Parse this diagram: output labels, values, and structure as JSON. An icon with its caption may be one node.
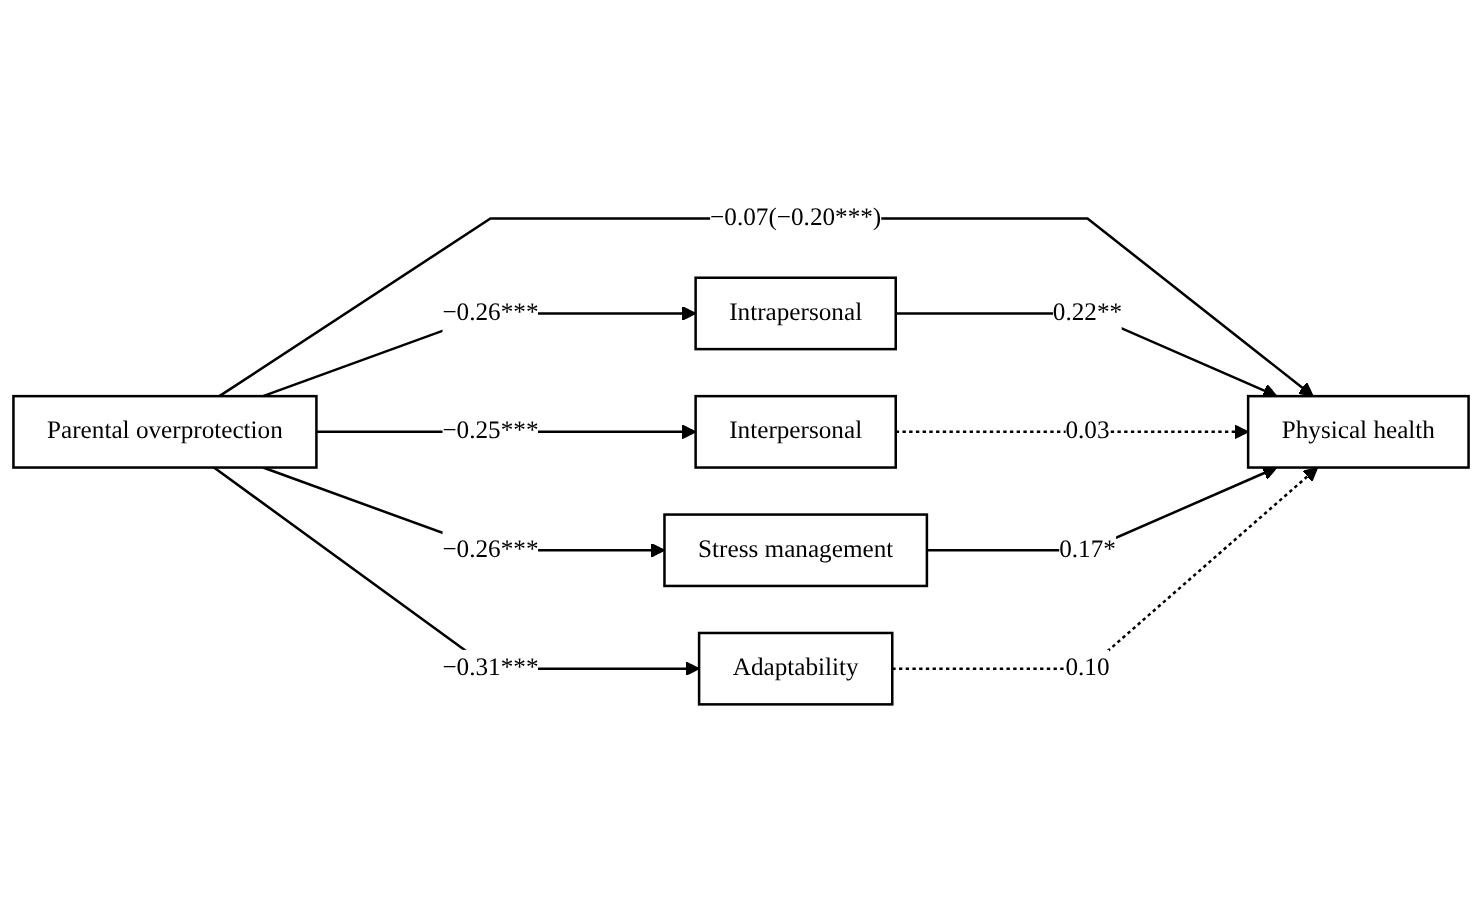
{
  "diagram": {
    "nodes": [
      {
        "text": [
          "Intrapersonal"
        ]
      },
      {
        "text": [
          "Interpersonal"
        ]
      },
      {
        "text": [
          "Parental overprotection"
        ]
      },
      {
        "text": [
          "Physical health"
        ]
      },
      {
        "text": [
          "Stress management"
        ]
      },
      {
        "text": [
          "Adaptability"
        ]
      }
    ],
    "edges": [
      {
        "from": 2,
        "to": 0,
        "arrow": "to",
        "label": "−0.26***"
      },
      {
        "from": 2,
        "to": 1,
        "arrow": "to",
        "label": "−0.25***"
      },
      {
        "from": 2,
        "to": 3,
        "arrow": "to",
        "label": "−0.07(−0.20***)"
      },
      {
        "from": 2,
        "to": 4,
        "arrow": "to",
        "label": "−0.26***"
      },
      {
        "from": 2,
        "to": 5,
        "arrow": "to",
        "label": "−0.31***"
      },
      {
        "from": 0,
        "to": 3,
        "arrow": "to",
        "label": "0.22**"
      },
      {
        "from": 1,
        "to": 3,
        "arrow": "to",
        "label": "0.03",
        "style": "dashed"
      },
      {
        "from": 4,
        "to": 3,
        "arrow": "to",
        "label": "0.17*"
      },
      {
        "from": 5,
        "to": 3,
        "arrow": "to",
        "label": "0.10",
        "style": "dashed"
      }
    ]
  }
}
